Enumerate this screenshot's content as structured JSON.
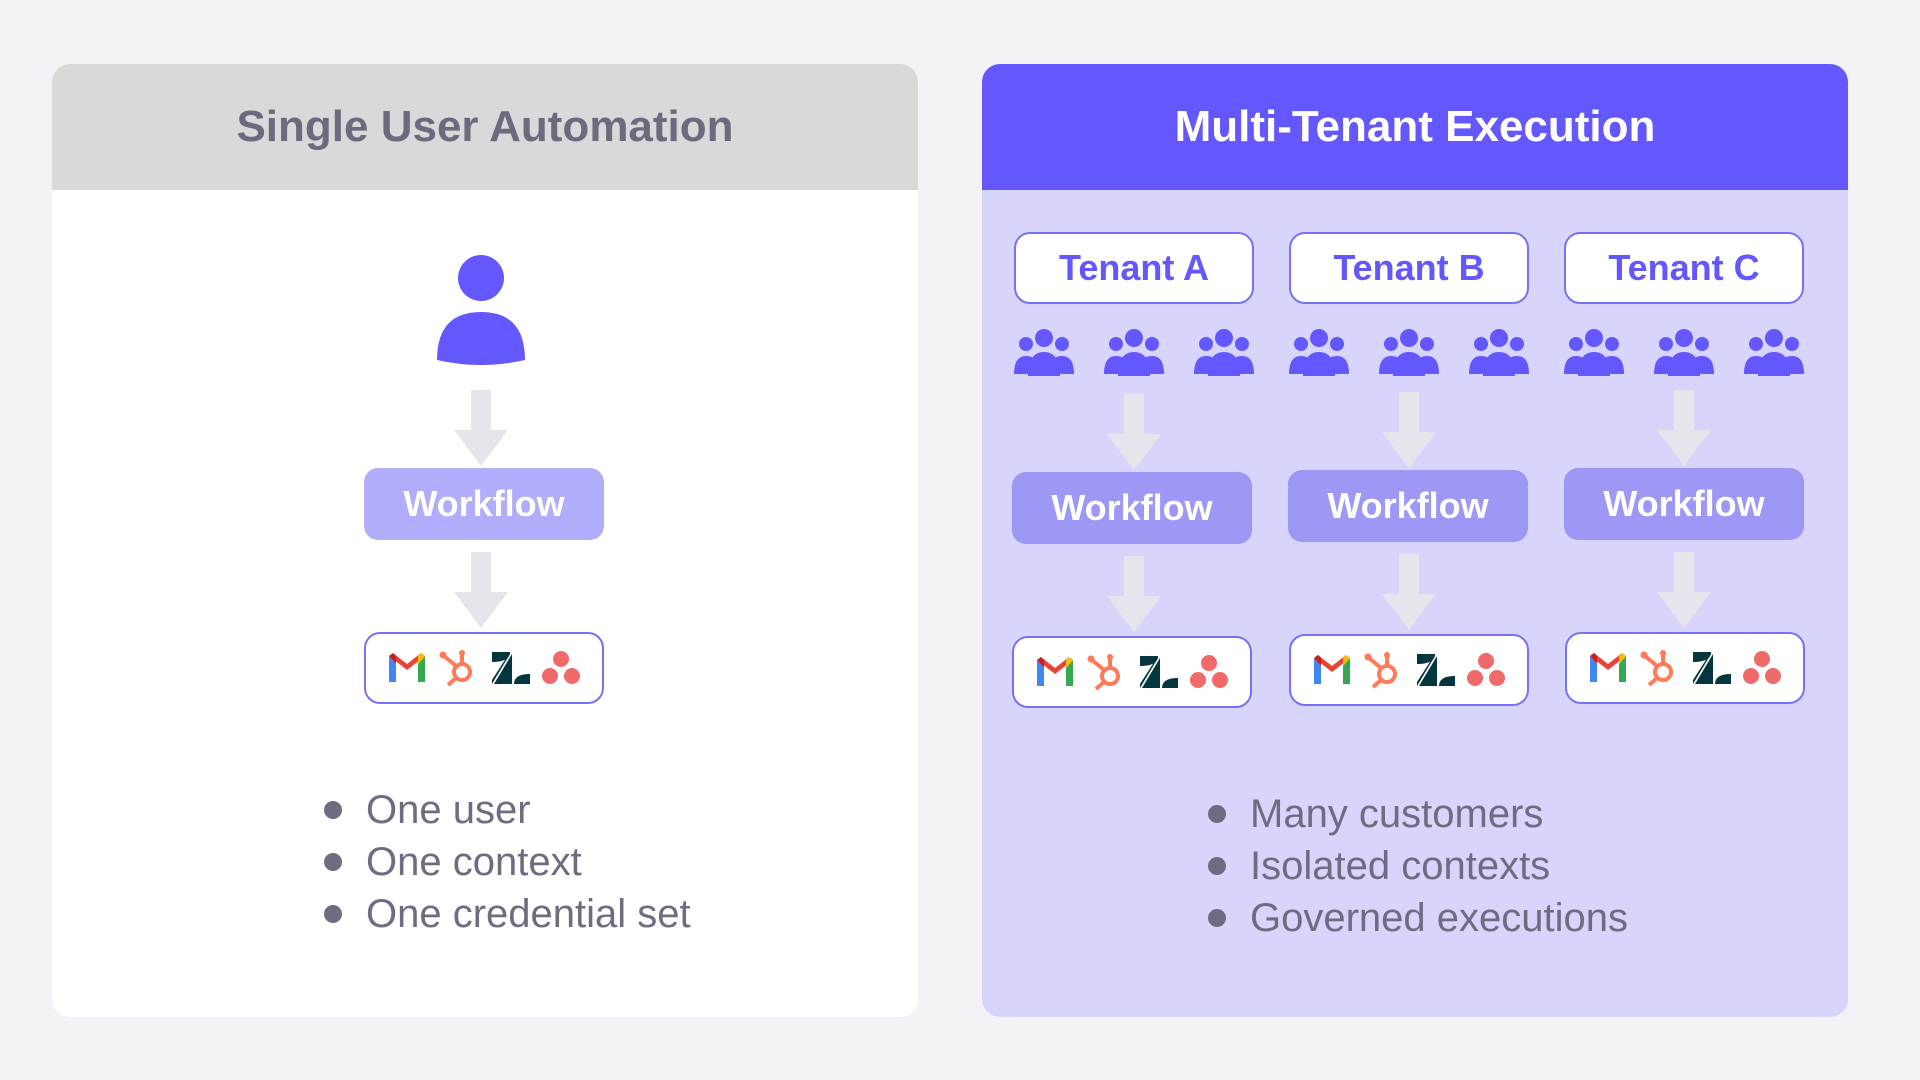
{
  "left_panel": {
    "title": "Single User Automation",
    "workflow_label": "Workflow",
    "bullets": [
      "One user",
      "One context",
      "One credential set"
    ]
  },
  "right_panel": {
    "title": "Multi-Tenant Execution",
    "tenants": [
      {
        "name": "Tenant A",
        "workflow_label": "Workflow"
      },
      {
        "name": "Tenant B",
        "workflow_label": "Workflow"
      },
      {
        "name": "Tenant C",
        "workflow_label": "Workflow"
      }
    ],
    "bullets": [
      "Many customers",
      "Isolated contexts",
      "Governed executions"
    ]
  },
  "icons": {
    "user": "user-icon",
    "group": "user-group-icon",
    "arrow": "arrow-down-icon",
    "apps": [
      "gmail-icon",
      "hubspot-icon",
      "zendesk-icon",
      "asana-icon"
    ]
  },
  "colors": {
    "accent": "#6457fd",
    "light_accent": "#b0adfb",
    "panel_right_bg": "#d7d5fb",
    "header_left_bg": "#d9d9d9",
    "arrow": "#e5e5ec"
  }
}
